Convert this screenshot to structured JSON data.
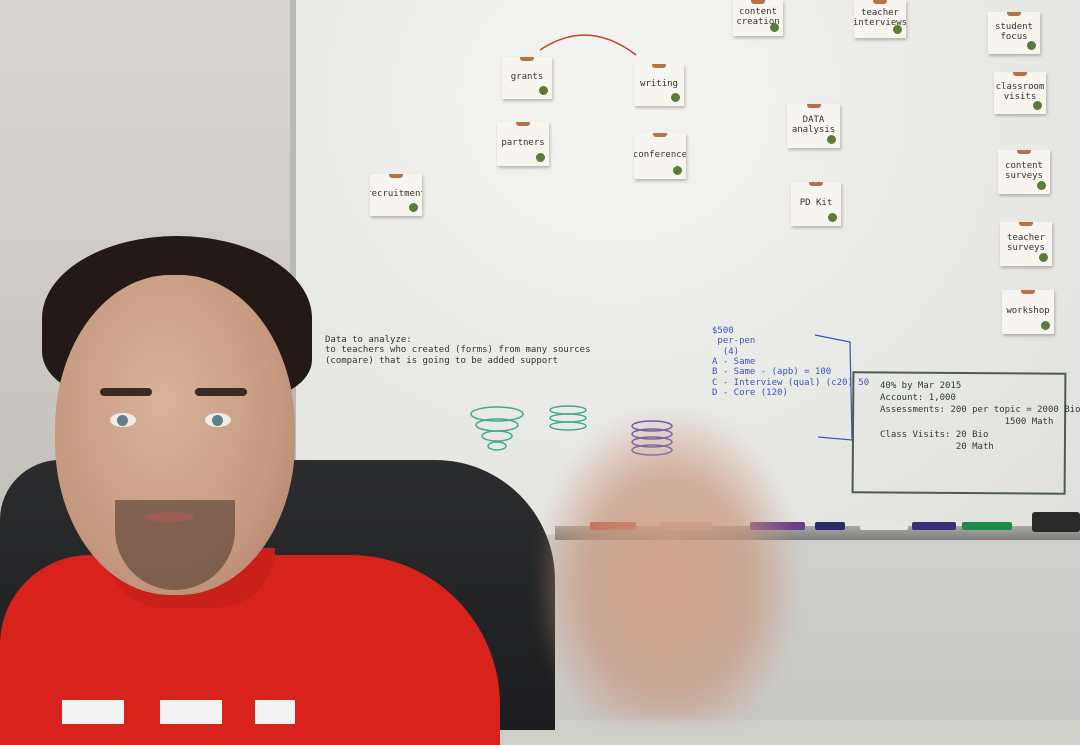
{
  "notes": [
    {
      "id": "n1",
      "text": "grants"
    },
    {
      "id": "n2",
      "text": "writing"
    },
    {
      "id": "n3",
      "text": "partners"
    },
    {
      "id": "n4",
      "text": "conference"
    },
    {
      "id": "n5",
      "text": "DATA analysis"
    },
    {
      "id": "n6",
      "text": "PD Kit"
    },
    {
      "id": "n7",
      "text": "recruitment"
    },
    {
      "id": "n8",
      "text": "content creation"
    },
    {
      "id": "n9",
      "text": "teacher interviews"
    },
    {
      "id": "n10",
      "text": "student focus"
    },
    {
      "id": "n11",
      "text": "classroom visits"
    },
    {
      "id": "n12",
      "text": "content surveys"
    },
    {
      "id": "n13",
      "text": "teacher surveys"
    },
    {
      "id": "n14",
      "text": "workshop"
    }
  ],
  "scrawls": {
    "data_note": "Data to analyze:\nto teachers who created (forms) from many sources\n(compare) that is going to be added support",
    "budget": "$500\n per-pen\n  (4)\nA - Same\nB - Same - (apb) = 100\nC - Interview (qual) (c20) 50\nD - Core (120)",
    "box": "40% by Mar 2015\nAccount: 1,000\nAssessments: 200 per topic = 2000 Bio\n                       1500 Math\nClass Visits: 20 Bio\n              20 Math"
  },
  "marker_colors": [
    "#c43b2c",
    "#2e9a55",
    "#3b54b8",
    "#5a2d8a",
    "#2a2a2a",
    "#1f8a4a"
  ]
}
